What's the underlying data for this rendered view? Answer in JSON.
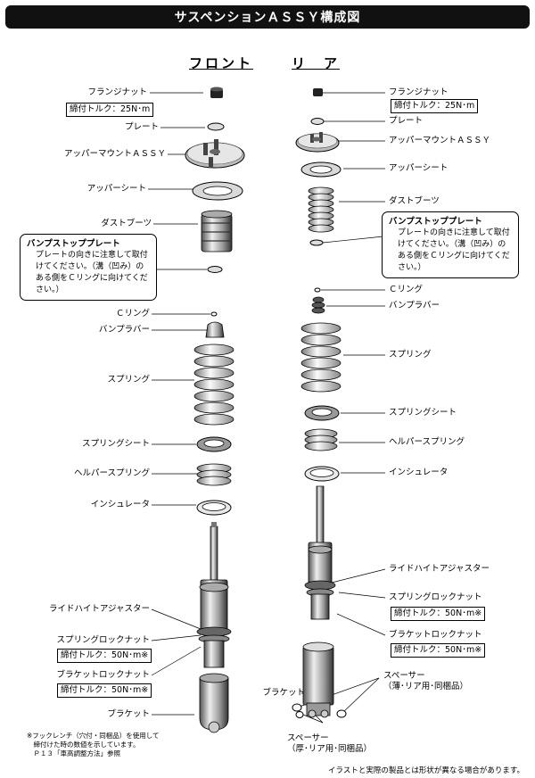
{
  "title": "サスペンションＡＳＳＹ構成図",
  "sections": {
    "front": "フロント",
    "rear": "リ　ア"
  },
  "front": {
    "flange_nut": "フランジナット",
    "flange_torque": "締付トルク：25N･m",
    "plate": "プレート",
    "upper_mount": "アッパーマウントＡＳＳＹ",
    "upper_sheet": "アッパーシート",
    "dust_boot": "ダストブーツ",
    "bump_plate_title": "バンプストッププレート",
    "bump_plate_note": "プレートの向きに注意して取付\nけてください。（溝（凹み）の\nある側をＣリングに向けてくだ\nさい。）",
    "c_ring": "Ｃリング",
    "bump_rubber": "バンプラバー",
    "spring": "スプリング",
    "spring_sheet": "スプリングシート",
    "helper_spring": "ヘルパースプリング",
    "insulator": "インシュレータ",
    "ride_height": "ライドハイトアジャスター",
    "spring_lock_nut": "スプリングロックナット",
    "spring_lock_torque": "締付トルク：50N･m※",
    "bracket_lock_nut": "ブラケットロックナット",
    "bracket_lock_torque": "締付トルク：50N･m※",
    "bracket": "ブラケット"
  },
  "rear": {
    "flange_nut": "フランジナット",
    "flange_torque": "締付トルク：25N･m",
    "plate": "プレート",
    "upper_mount": "アッパーマウントＡＳＳＹ",
    "upper_sheet": "アッパーシート",
    "dust_boot": "ダストブーツ",
    "bump_plate_title": "バンプストッププレート",
    "bump_plate_note": "プレートの向きに注意して取付\nけてください。（溝（凹み）の\nある側をＣリングに向けてくだ\nさい。）",
    "c_ring": "Ｃリング",
    "bump_rubber": "バンプラバー",
    "spring": "スプリング",
    "spring_sheet": "スプリングシート",
    "helper_spring": "ヘルパースプリング",
    "insulator": "インシュレータ",
    "ride_height": "ライドハイトアジャスター",
    "spring_lock_nut": "スプリングロックナット",
    "spring_lock_torque": "締付トルク：50N･m※",
    "bracket_lock_nut": "ブラケットロックナット",
    "bracket_lock_torque": "締付トルク：50N･m※",
    "bracket": "ブラケット",
    "spacer_thin": "スペーサー\n（薄･リア用･同梱品）",
    "spacer_thick": "スペーサー\n（厚･リア用･同梱品）"
  },
  "footnote": "※フックレンチ（穴付・同梱品）を使用して\n　締付けた時の数値を示しています。\n　Ｐ１３「車高調整方法」参照",
  "disclaimer": "イラストと実際の製品とは形状が異なる場合があります。"
}
